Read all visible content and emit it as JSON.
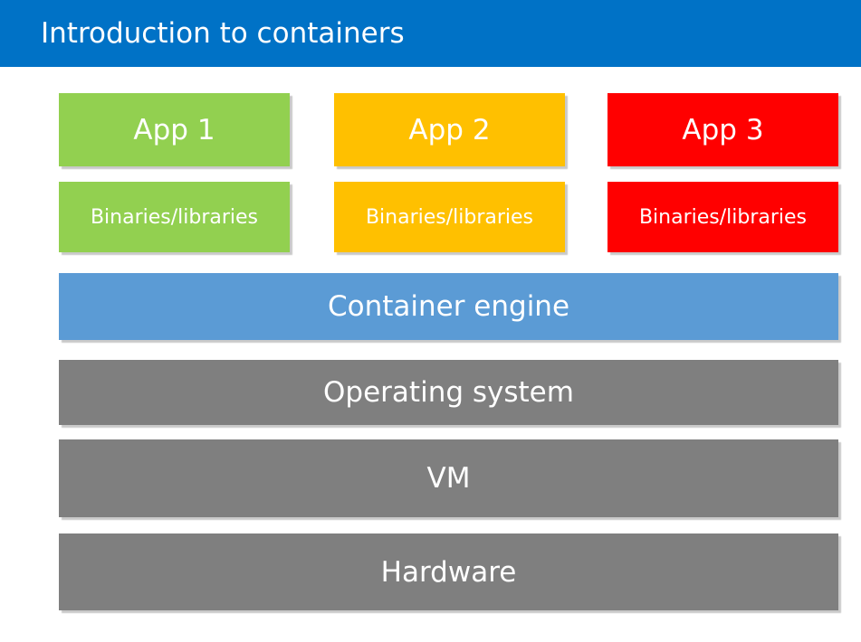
{
  "header": {
    "title": "Introduction to containers",
    "color": "#0072c6"
  },
  "apps": [
    {
      "label": "App 1",
      "libraries_label": "Binaries/libraries",
      "color": "#92d050"
    },
    {
      "label": "App 2",
      "libraries_label": "Binaries/libraries",
      "color": "#ffc000"
    },
    {
      "label": "App 3",
      "libraries_label": "Binaries/libraries",
      "color": "#ff0000"
    }
  ],
  "layers": {
    "container_engine": {
      "label": "Container engine",
      "color": "#5b9bd5"
    },
    "operating_system": {
      "label": "Operating system",
      "color": "#7f7f7f"
    },
    "vm": {
      "label": "VM",
      "color": "#7f7f7f"
    },
    "hardware": {
      "label": "Hardware",
      "color": "#7f7f7f"
    }
  }
}
